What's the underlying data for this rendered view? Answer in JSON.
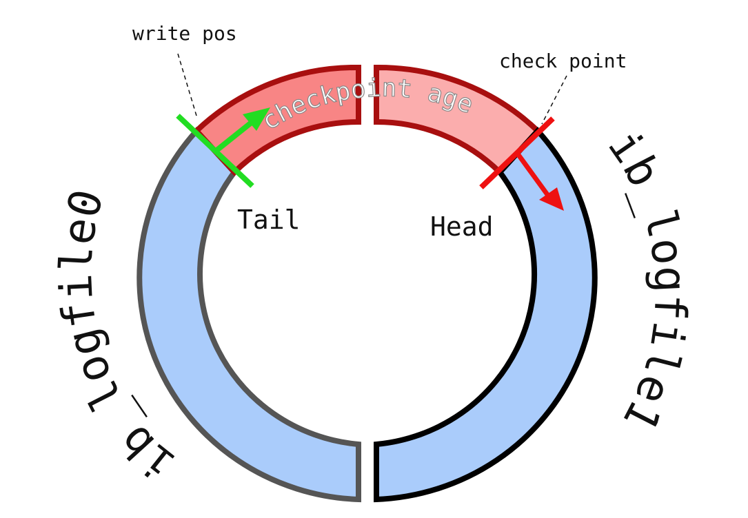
{
  "labels": {
    "write_pos": "write pos",
    "check_point": "check point",
    "tail": "Tail",
    "head": "Head",
    "checkpoint_age": "checkpoint age",
    "logfile0": "ib_logfile0",
    "logfile1": "ib_logfile1"
  },
  "colors": {
    "log_fill": "#aaccfb",
    "age_fill_left": "#f88585",
    "age_fill_right": "#fbadad",
    "age_border": "#a80f0f",
    "logfile0_border": "#555555",
    "logfile1_border": "#000000",
    "write_pos_marker": "#22dd22",
    "check_point_marker": "#ee1111"
  }
}
